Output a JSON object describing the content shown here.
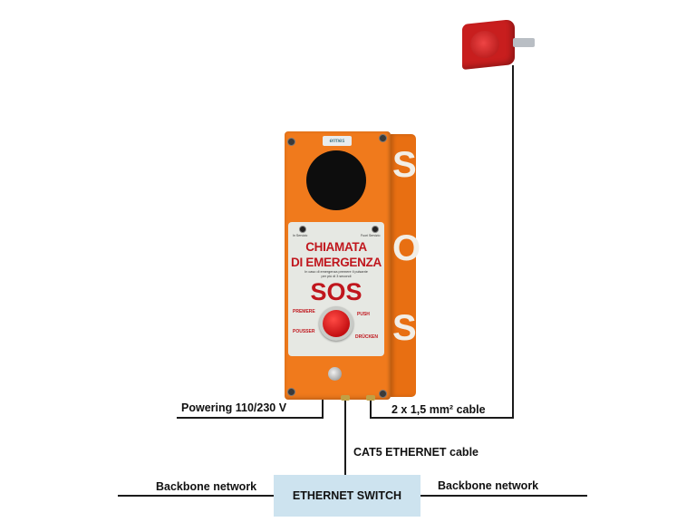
{
  "device": {
    "brand_logo": "ermes",
    "panel": {
      "led_left_label": "In Servizio",
      "led_right_label": "Fuori Servizio",
      "title_line1": "CHIAMATA",
      "title_line2": "DI EMERGENZA",
      "instruction_line1": "In caso di emergenza premere il pulsante",
      "instruction_line2": "per più di 3 secondi",
      "sos": "SOS",
      "word_top_left": "PREMERE",
      "word_top_right": "PUSH",
      "word_bottom_left": "POUSSER",
      "word_bottom_right": "DRÜCKEN"
    },
    "side_letters": [
      "S",
      "O",
      "S"
    ]
  },
  "labels": {
    "power": "Powering 110/230 V",
    "siren_cable": "2 x 1,5 mm² cable",
    "ethernet_cable": "CAT5 ETHERNET cable",
    "backbone_left": "Backbone network",
    "backbone_right": "Backbone network",
    "switch": "ETHERNET SWITCH"
  },
  "colors": {
    "device_orange": "#f07a1c",
    "panel_red_text": "#c0161d",
    "switch_fill": "#cde3ef",
    "siren_red": "#c81e1e"
  }
}
